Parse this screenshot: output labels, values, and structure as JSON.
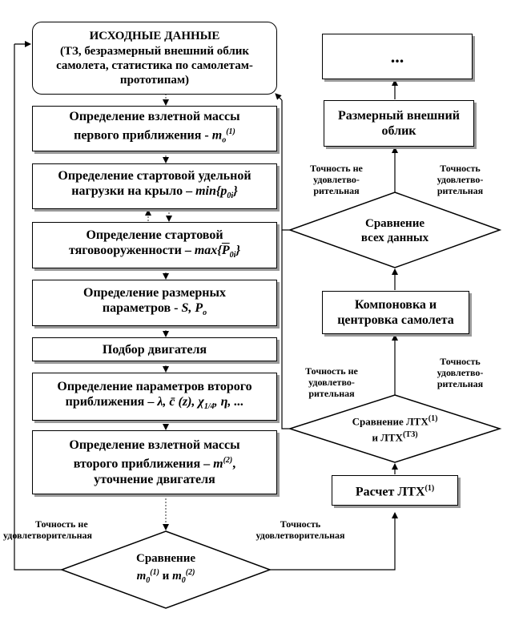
{
  "left_column": {
    "start_title": "ИСХОДНЫЕ ДАННЫЕ",
    "start_body": "(ТЗ, безразмерный внешний облик самолета, статистика по самолетам-прототипам)",
    "step1_line1": "Определение взлетной массы",
    "step1_line2": "первого приближения - ",
    "step1_math": "m",
    "step1_sub": "o",
    "step1_sup": "(1)",
    "step2_line1": "Определение стартовой удельной",
    "step2_line2": "нагрузки на крыло – ",
    "step2_math": "min{p",
    "step2_sub": "0i",
    "step2_close": "}",
    "step3_line1": "Определение стартовой",
    "step3_line2": "тяговооруженности – ",
    "step3_math": "max{",
    "step3_pbar": "P",
    "step3_sub": "0i",
    "step3_close": "}",
    "step4_line1": "Определение размерных",
    "step4_line2": "параметров - ",
    "step4_math": "S, P",
    "step4_sub": "o",
    "step5": "Подбор двигателя",
    "step6_line1": "Определение параметров второго",
    "step6_line2": "приближения – ",
    "step6_math": "λ, c̄ (z), χ",
    "step6_sub": "1/4",
    "step6_tail": ", η, ...",
    "step7_line1": "Определение взлетной массы",
    "step7_line2": "второго приближения – ",
    "step7_math": "m",
    "step7_sup": "(2)",
    "step7_line2_tail": ",",
    "step7_line3": "уточнение двигателя"
  },
  "bottom_decision": {
    "line1": "Сравнение",
    "m": "m",
    "sub": "0",
    "sup1": "(1)",
    "and": " и ",
    "sup2": "(2)"
  },
  "right_column": {
    "top_box": "...",
    "exterior_box": "Размерный внешний облик",
    "compare_all_line1": "Сравнение",
    "compare_all_line2": "всех данных",
    "layout_box": "Компоновка и центровка самолета",
    "compare_ltx_line1": "Сравнение ЛТХ",
    "compare_ltx_sup1": "(1)",
    "compare_ltx_line2": "и ЛТХ",
    "compare_ltx_sup2": "(ТЗ)",
    "calc_box": "Расчет ЛТХ",
    "calc_sup": "(1)"
  },
  "labels": {
    "bad_top_1": "Точность не",
    "bad_top_2": "удовлетво-",
    "bad_top_3": "рительная",
    "ok_top_1": "Точность",
    "ok_top_2": "удовлетво-",
    "ok_top_3": "рительная",
    "bad_mid_1": "Точность не",
    "bad_mid_2": "удовлетво-",
    "bad_mid_3": "рительная",
    "ok_mid_1": "Точность",
    "ok_mid_2": "удовлетво-",
    "ok_mid_3": "рительная",
    "bad_bottom_1": "Точность не",
    "bad_bottom_2": "удовлетворительная",
    "ok_bottom_1": "Точность",
    "ok_bottom_2": "удовлетворительная"
  }
}
